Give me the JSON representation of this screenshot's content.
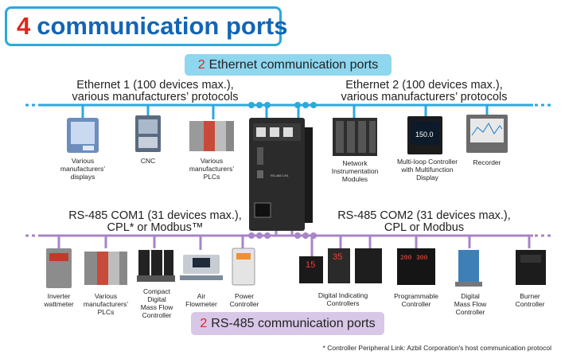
{
  "title": {
    "number": "4",
    "text": "communication ports"
  },
  "ethernet_pill": {
    "number": "2",
    "text": "Ethernet communication ports"
  },
  "rs485_pill": {
    "number": "2",
    "text": "RS-485 communication ports"
  },
  "bus_labels": {
    "eth1_line1": "Ethernet 1 (100 devices max.),",
    "eth1_line2": "various manufacturers’ protocols",
    "eth2_line1": "Ethernet 2 (100 devices max.),",
    "eth2_line2": "various manufacturers’ protocols",
    "com1_line1": "RS-485 COM1 (31 devices max.),",
    "com1_line2": "CPL* or Modbus™",
    "com2_line1": "RS-485 COM2 (31 devices max.),",
    "com2_line2": "CPL or Modbus"
  },
  "devices": {
    "displays": "Various\nmanufacturers’\ndisplays",
    "cnc": "CNC",
    "plcs_top": "Various\nmanufacturers’\nPLCs",
    "network_modules": "Network\nInstrumentation\nModules",
    "multiloop": "Multi-loop Controller\nwith Multifunction\nDisplay",
    "recorder": "Recorder",
    "inverter": "Inverter\nwattmeter",
    "plcs_bottom": "Various\nmanufacturers’\nPLCs",
    "compact_mfc": "Compact\nDigital\nMass Flow\nController",
    "air_flowmeter": "Air\nFlowmeter",
    "power_controller": "Power\nController",
    "digital_indicating": "Digital Indicating\nControllers",
    "programmable": "Programmable\nController",
    "digital_mfc": "Digital\nMass Flow\nController",
    "burner": "Burner\nController"
  },
  "screen_text": {
    "multiloop_value": "150.0",
    "indicator_a": "15",
    "indicator_b": "35",
    "prog_a": "200",
    "prog_b": "300"
  },
  "central_unit": {
    "label": "RS-485 CH1"
  },
  "footnote": "* Controller Peripheral Link: Azbil Corporation's host communication protocol",
  "colors": {
    "ethernet_line": "#2aa9dc",
    "rs485_line": "#a884c8",
    "accent_red": "#e1251b",
    "title_blue": "#1265b5"
  }
}
